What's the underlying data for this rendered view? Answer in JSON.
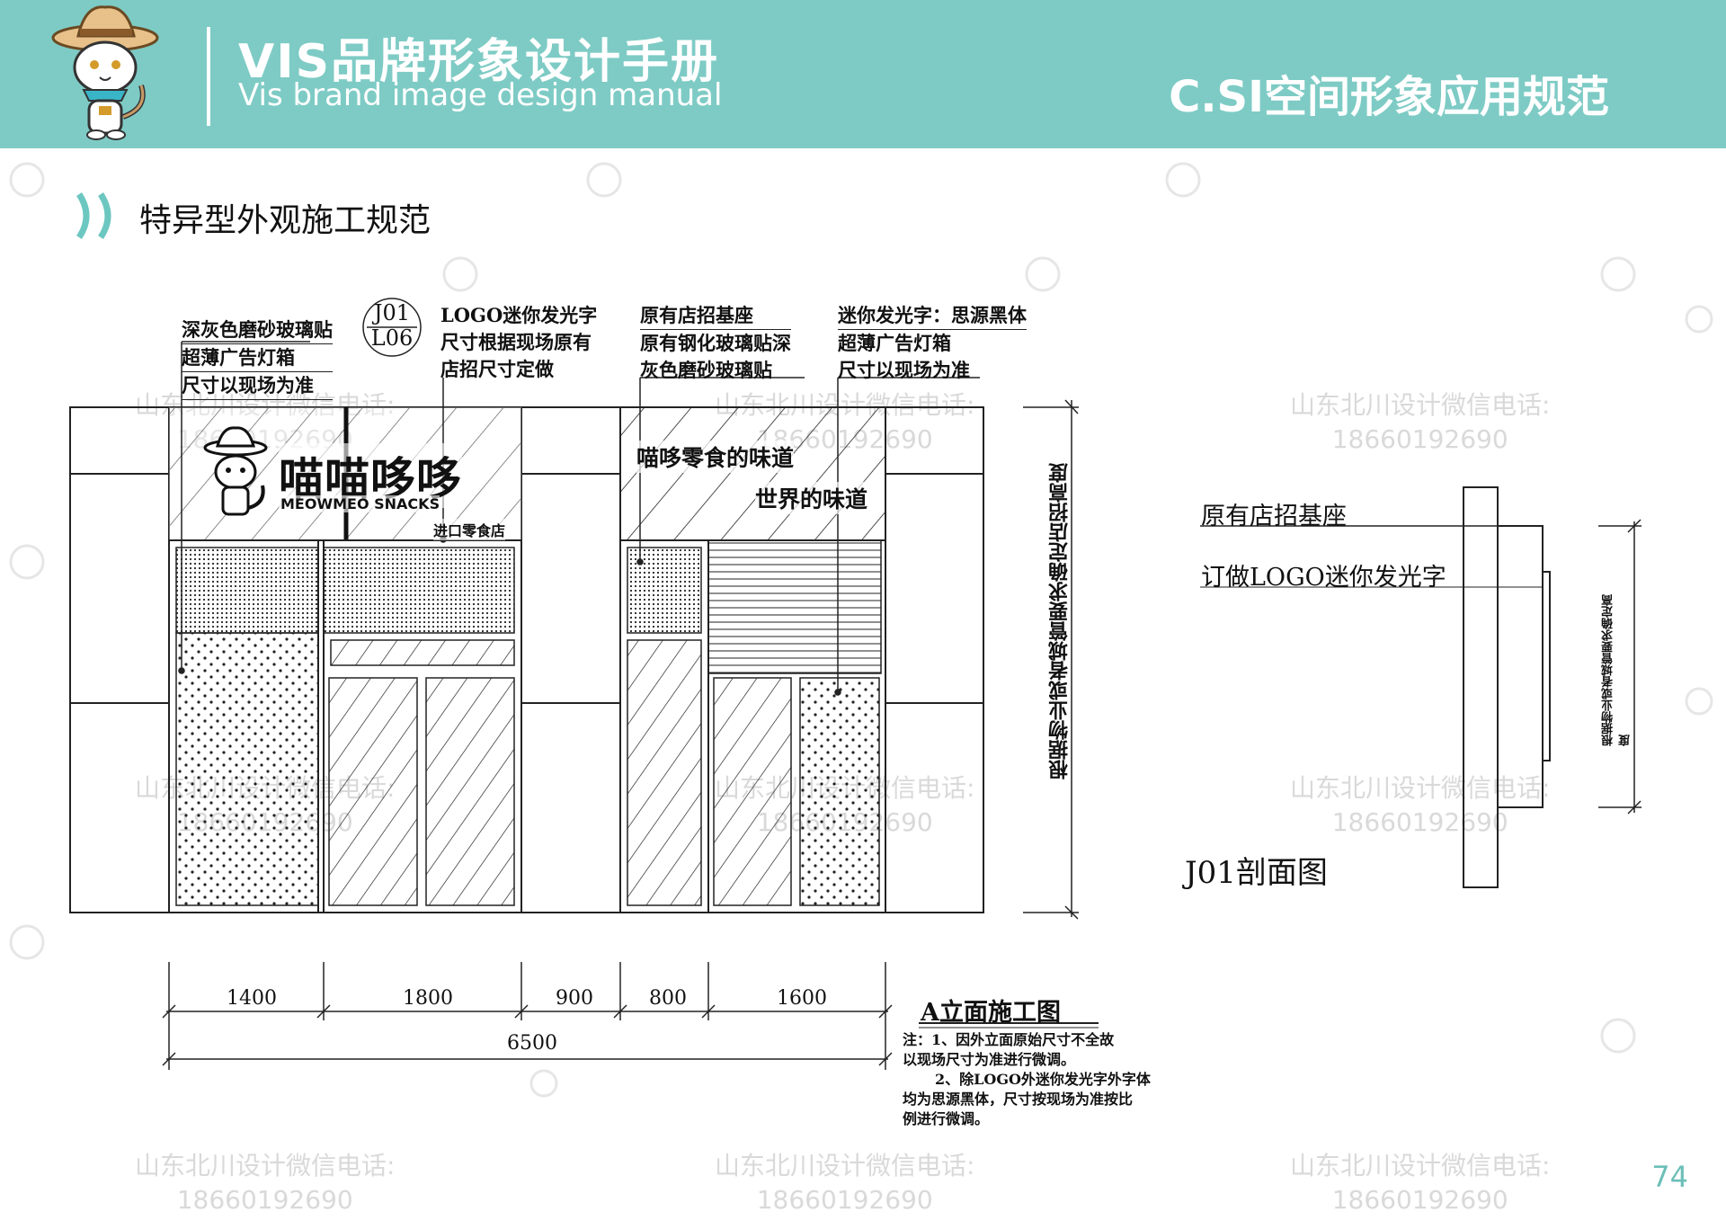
{
  "header": {
    "brand_title": "VIS品牌形象设计手册",
    "brand_subtitle": "Vis brand image design manual",
    "section": "C.SI空间形象应用规范",
    "bg_color": "#7ecbc5"
  },
  "page": {
    "heading": "特异型外观施工规范",
    "page_number": "74"
  },
  "watermark": {
    "line1": "山东北川设计微信电话:",
    "line2": "18660192690"
  },
  "drawing": {
    "callouts": {
      "glass_box": [
        "深灰色磨砂玻璃贴",
        "超薄广告灯箱",
        "尺寸以现场为准"
      ],
      "j01_tag": [
        "J01",
        "L06"
      ],
      "logo_light": [
        "LOGO迷你发光字",
        "尺寸根据现场原有",
        "店招尺寸定做"
      ],
      "base": [
        "原有店招基座",
        "原有钢化玻璃贴深",
        "灰色磨砂玻璃贴"
      ],
      "mini_light": [
        "迷你发光字：思源黑体",
        "超薄广告灯箱",
        "尺寸以现场为准"
      ]
    },
    "sign": {
      "brand_cn": "喵喵哆哆",
      "brand_en": "MEOWMEO SNACKS",
      "shop_type": "进口零食店",
      "slogan_1": "喵哆零食的味道",
      "slogan_2": "世界的味道"
    },
    "height_note": "根据物业或者城管要求确定店招高度",
    "dimensions": [
      "1400",
      "1800",
      "900",
      "800",
      "1600"
    ],
    "total_width": "6500",
    "elevation_title": "A立面施工图",
    "notes": [
      "注：1、因外立面原始尺寸不全故",
      "以现场尺寸为准进行微调。",
      "2、除LOGO外迷你发光字外字体",
      "均为思源黑体，尺寸按现场为准按比",
      "例进行微调。"
    ],
    "section_view": {
      "base_label": "原有店招基座",
      "light_label": "订做LOGO迷你发光字",
      "title": "J01剖面图",
      "height_note": "根据物业或者城管要求确定高度"
    }
  }
}
